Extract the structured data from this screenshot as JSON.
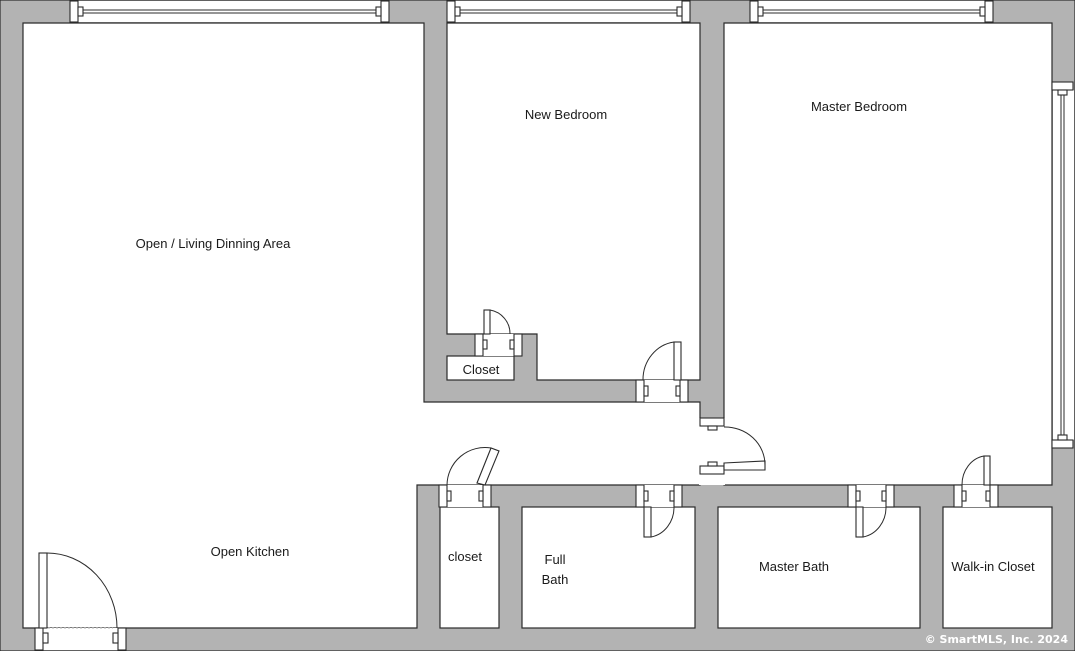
{
  "rooms": {
    "living": "Open / Living Dinning Area",
    "new_bedroom": "New Bedroom",
    "master_bedroom": "Master Bedroom",
    "closet_small": "Closet",
    "kitchen": "Open Kitchen",
    "closet_lower": "closet",
    "full_bath_line1": "Full",
    "full_bath_line2": "Bath",
    "master_bath": "Master Bath",
    "walk_in_closet": "Walk-in Closet"
  },
  "footer": {
    "copyright": "© SmartMLS, Inc. 2024"
  }
}
